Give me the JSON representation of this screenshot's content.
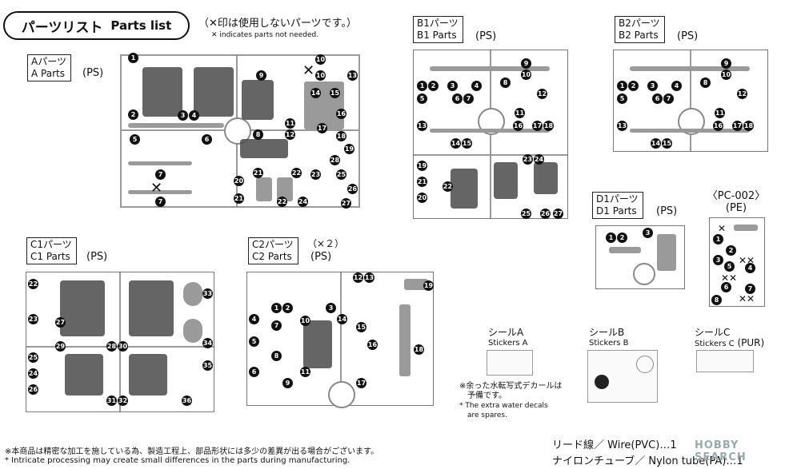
{
  "header": {
    "title_jp": "パーツリスト",
    "title_en": "Parts list",
    "note_jp": "（✕印は使用しないパーツです。）",
    "note_en": "✕ indicates parts not needed."
  },
  "runners": {
    "A": {
      "label_jp": "Aパーツ",
      "label_en": "A Parts",
      "material": "(PS)",
      "numbers": [
        "1",
        "2",
        "3",
        "4",
        "5",
        "6",
        "7",
        "7",
        "8",
        "9",
        "10",
        "10",
        "11",
        "12",
        "13",
        "14",
        "15",
        "16",
        "17",
        "18",
        "19",
        "20",
        "21",
        "21",
        "22",
        "22",
        "23",
        "24",
        "25",
        "26",
        "27",
        "28"
      ]
    },
    "B1": {
      "label_jp": "B1パーツ",
      "label_en": "B1 Parts",
      "material": "(PS)",
      "numbers": [
        "1",
        "2",
        "3",
        "4",
        "5",
        "6",
        "7",
        "8",
        "9",
        "10",
        "11",
        "12",
        "13",
        "14",
        "15",
        "16",
        "17",
        "18",
        "19",
        "20",
        "21",
        "22",
        "23",
        "24",
        "25",
        "26",
        "27"
      ]
    },
    "B2": {
      "label_jp": "B2パーツ",
      "label_en": "B2 Parts",
      "material": "(PS)",
      "numbers": [
        "1",
        "2",
        "3",
        "4",
        "5",
        "6",
        "7",
        "8",
        "9",
        "10",
        "11",
        "12",
        "13",
        "14",
        "15",
        "16",
        "17",
        "18"
      ]
    },
    "C1": {
      "label_jp": "C1パーツ",
      "label_en": "C1 Parts",
      "material": "(PS)",
      "numbers": [
        "22",
        "23",
        "24",
        "25",
        "26",
        "27",
        "28",
        "29",
        "30",
        "31",
        "32",
        "33",
        "34",
        "35",
        "36"
      ]
    },
    "C2": {
      "label_jp": "C2パーツ",
      "count": "（×２）",
      "label_en": "C2 Parts",
      "material": "(PS)",
      "numbers": [
        "1",
        "2",
        "3",
        "4",
        "5",
        "6",
        "7",
        "8",
        "9",
        "10",
        "11",
        "12",
        "13",
        "14",
        "15",
        "16",
        "17",
        "18",
        "19"
      ]
    },
    "D1": {
      "label_jp": "D1パーツ",
      "label_en": "D1 Parts",
      "material": "(PS)",
      "numbers": [
        "1",
        "2",
        "3"
      ]
    },
    "PC": {
      "label": "〈PC-002〉",
      "material": "(PE)",
      "numbers": [
        "1",
        "2",
        "3",
        "4",
        "5",
        "6",
        "7",
        "8"
      ]
    }
  },
  "stickers": {
    "A": {
      "label_jp": "シールA",
      "label_en": "Stickers A"
    },
    "B": {
      "label_jp": "シールB",
      "label_en": "Stickers B"
    },
    "C": {
      "label_jp": "シールC",
      "label_en": "Stickers C",
      "material": "(PUR)"
    },
    "note_jp_1": "※余った水転写式デカールは",
    "note_jp_2": "予備です。",
    "note_en_1": "* The extra water decals",
    "note_en_2": "are spares."
  },
  "footer": {
    "jp": "※本商品は精密な加工を施している為、製造工程上、部品形状には多少の差異が出る場合がございます。",
    "en": "* Intricate processing may create small differences in the parts during manufacturing."
  },
  "accessories": {
    "wire": "リード線／ Wire(PVC)…1",
    "tube": "ナイロンチューブ／ Nylon tube(PA)…1"
  },
  "watermark": "HOBBY SEARCH"
}
